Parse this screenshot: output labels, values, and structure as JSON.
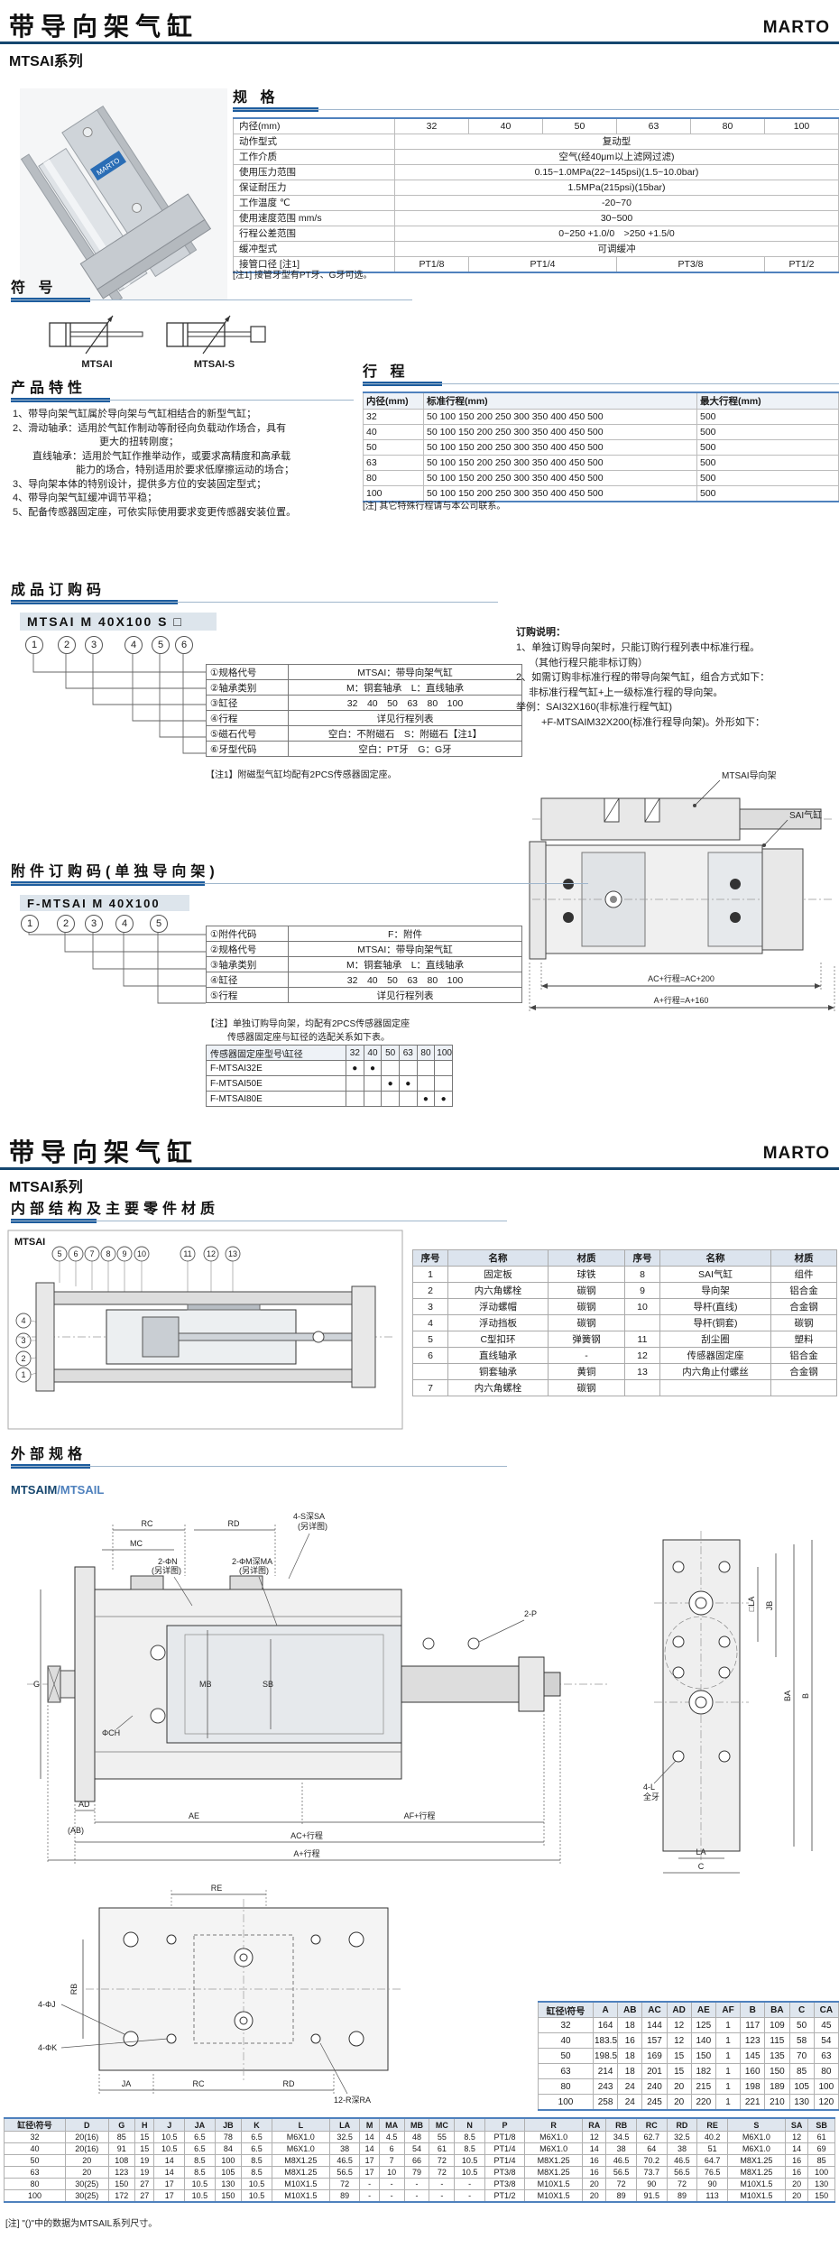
{
  "brand": "MARTO",
  "p1": {
    "title": "带导向架气缸",
    "series": "MTSAI系列",
    "spec": {
      "t": "规 格",
      "bore_label": "内径(mm)",
      "bores": [
        "32",
        "40",
        "50",
        "63",
        "80",
        "100"
      ],
      "rows": [
        {
          "l": "动作型式",
          "v": "复动型"
        },
        {
          "l": "工作介质",
          "v": "空气(经40μm以上滤网过滤)"
        },
        {
          "l": "使用压力范围",
          "v": "0.15~1.0MPa(22~145psi)(1.5~10.0bar)"
        },
        {
          "l": "保证耐压力",
          "v": "1.5MPa(215psi)(15bar)"
        },
        {
          "l": "工作温度 ℃",
          "v": "-20~70"
        },
        {
          "l": "使用速度范围 mm/s",
          "v": "30~500"
        },
        {
          "l": "行程公差范围",
          "v": "0~250 +1.0/0　>250 +1.5/0"
        },
        {
          "l": "缓冲型式",
          "v": "可调缓冲"
        }
      ],
      "port": {
        "l": "接管口径 [注1]",
        "v": [
          "PT1/8",
          "PT1/4",
          "PT3/8",
          "PT1/2"
        ]
      },
      "note": "[注1] 接管牙型有PT牙、G牙可选。"
    },
    "sym": {
      "t": "符 号",
      "a": "MTSAI",
      "b": "MTSAI-S"
    },
    "feat": {
      "t": "产品特性",
      "lines": [
        "1、带导向架气缸属於导向架与气缸相结合的新型气缸；",
        "2、滑动轴承：适用於气缸作制动等耐径向负载动作场合，具有",
        "更大的扭转刚度；",
        "直线轴承：适用於气缸作推举动作，或要求高精度和高承载",
        "能力的场合，特别适用於要求低摩擦运动的场合；",
        "3、导向架本体的特别设计，提供多方位的安装固定型式；",
        "4、带导向架气缸缓冲调节平稳；",
        "5、配备传感器固定座，可依实际使用要求变更传感器安装位置。"
      ]
    },
    "stroke": {
      "t": "行 程",
      "h": [
        [
          "内径(mm)",
          "标准行程(mm)",
          "最大行程(mm)"
        ]
      ],
      "rows": [
        [
          "32",
          "50 100 150 200 250 300 350 400 450 500",
          "500"
        ],
        [
          "40",
          "50 100 150 200 250 300 350 400 450 500",
          "500"
        ],
        [
          "50",
          "50 100 150 200 250 300 350 400 450 500",
          "500"
        ],
        [
          "63",
          "50 100 150 200 250 300 350 400 450 500",
          "500"
        ],
        [
          "80",
          "50 100 150 200 250 300 350 400 450 500",
          "500"
        ],
        [
          "100",
          "50 100 150 200 250 300 350 400 450 500",
          "500"
        ]
      ],
      "note": "[注] 其它特殊行程请与本公司联系。"
    },
    "oc": {
      "t": "成品订购码",
      "code": "MTSAI M 40X100 S □",
      "circles": [
        "1",
        "2",
        "3",
        "4",
        "5",
        "6"
      ],
      "rows": [
        [
          "①规格代号",
          "MTSAI：带导向架气缸"
        ],
        [
          "②轴承类别",
          "M：铜套轴承　L：直线轴承"
        ],
        [
          "③缸径",
          "32　40　50　63　80　100"
        ],
        [
          "④行程",
          "详见行程列表"
        ],
        [
          "⑤磁石代号",
          "空白：不附磁石　S：附磁石【注1】"
        ],
        [
          "⑥牙型代码",
          "空白：PT牙　G：G牙"
        ]
      ],
      "note": "【注1】附磁型气缸均配有2PCS传感器固定座。"
    },
    "on": {
      "t": "订购说明：",
      "lines": [
        "1、单独订购导向架时，只能订购行程列表中标准行程。",
        "（其他行程只能非标订购）",
        "2、如需订购非标准行程的带导向架气缸，组合方式如下：",
        "非标准行程气缸+上一级标准行程的导向架。",
        "举例：SAI32X160(非标准行程气缸)",
        "+F-MTSAIM32X200(标准行程导向架)。外形如下："
      ],
      "guide_label": "MTSAI导向架",
      "cyl_label": "SAI气缸",
      "dim1": "AC+行程=AC+200",
      "dim2": "A+行程=A+160"
    },
    "ac": {
      "t": "附件订购码(单独导向架)",
      "code": "F-MTSAI M 40X100",
      "circles": [
        "1",
        "2",
        "3",
        "4",
        "5"
      ],
      "rows": [
        [
          "①附件代码",
          "F：附件"
        ],
        [
          "②规格代号",
          "MTSAI：带导向架气缸"
        ],
        [
          "③轴承类别",
          "M：铜套轴承　L：直线轴承"
        ],
        [
          "④缸径",
          "32　40　50　63　80　100"
        ],
        [
          "⑤行程",
          "详见行程列表"
        ]
      ],
      "note1": "【注】单独订购导向架，均配有2PCS传感器固定座",
      "note2": "传感器固定座与缸径的选配关系如下表。",
      "st": {
        "h": [
          [
            "传感器固定座型号\\缸径",
            "32",
            "40",
            "50",
            "63",
            "80",
            "100"
          ]
        ],
        "rows": [
          [
            "F-MTSAI32E",
            "●",
            "●",
            "",
            "",
            "",
            ""
          ],
          [
            "F-MTSAI50E",
            "",
            "",
            "●",
            "●",
            "",
            ""
          ],
          [
            "F-MTSAI80E",
            "",
            "",
            "",
            "",
            "●",
            "●"
          ]
        ]
      }
    }
  },
  "p2": {
    "title": "带导向架气缸",
    "series": "MTSAI系列",
    "internal": {
      "t": "内部结构及主要零件材质",
      "dlabel": "MTSAI",
      "ctop": [
        "5",
        "6",
        "7",
        "8",
        "9",
        "10",
        "11",
        "12",
        "13"
      ],
      "cleft": [
        "4",
        "3",
        "2",
        "1"
      ],
      "h": [
        [
          "序号",
          "名称",
          "材质",
          "序号",
          "名称",
          "材质"
        ]
      ],
      "rows": [
        [
          "1",
          "固定板",
          "球铁",
          "8",
          "SAI气缸",
          "组件"
        ],
        [
          "2",
          "内六角螺栓",
          "碳钢",
          "9",
          "导向架",
          "铝合金"
        ],
        [
          "3",
          "浮动螺帽",
          "碳钢",
          "10",
          "导杆(直线)",
          "合金钢"
        ],
        [
          "4",
          "浮动挡板",
          "碳钢",
          "",
          "导杆(铜套)",
          "碳钢"
        ],
        [
          "5",
          "C型扣环",
          "弹簧钢",
          "11",
          "刮尘圈",
          "塑料"
        ],
        [
          "6",
          "直线轴承",
          "-",
          "12",
          "传感器固定座",
          "铝合金"
        ],
        [
          "",
          "铜套轴承",
          "黄铜",
          "13",
          "内六角止付螺丝",
          "合金钢"
        ],
        [
          "7",
          "内六角螺栓",
          "碳钢",
          "",
          "",
          ""
        ]
      ]
    },
    "external": {
      "t": "外部规格",
      "model": "MTSAIM",
      "model2": "/MTSAIL",
      "dl": {
        "rc": "RC",
        "rd": "RD",
        "mc": "MC",
        "ssa": "4-S深SA",
        "ssa2": "(另详图)",
        "pn": "2-ΦN",
        "pn2": "(另详图)",
        "pm": "2-ΦM深MA",
        "pm2": "(另详图)",
        "p": "2-P",
        "g": "G",
        "mb": "MB",
        "sb": "SB",
        "ch": "ΦCH",
        "ad": "AD",
        "ab": "(AB)",
        "ae": "AE",
        "af": "AF+行程",
        "ac": "AC+行程",
        "a": "A+行程",
        "lasq": "□LA",
        "jb": "JB",
        "ba": "BA",
        "b": "B",
        "l4": "4-L",
        "l4b": "全牙",
        "la": "LA",
        "c": "C",
        "re": "RE",
        "rb": "RB",
        "ja": "JA",
        "rc2": "RC",
        "rd2": "RD",
        "r12": "12-R深RA",
        "j4": "4-ΦJ",
        "k4": "4-ΦK"
      }
    },
    "ta": {
      "h": [
        [
          "缸径\\符号",
          "A",
          "AB",
          "AC",
          "AD",
          "AE",
          "AF",
          "B",
          "BA",
          "C",
          "CA"
        ]
      ],
      "rows": [
        [
          "32",
          "164",
          "18",
          "144",
          "12",
          "125",
          "1",
          "117",
          "109",
          "50",
          "45"
        ],
        [
          "40",
          "183.5",
          "16",
          "157",
          "12",
          "140",
          "1",
          "123",
          "115",
          "58",
          "54"
        ],
        [
          "50",
          "198.5",
          "18",
          "169",
          "15",
          "150",
          "1",
          "145",
          "135",
          "70",
          "63"
        ],
        [
          "63",
          "214",
          "18",
          "201",
          "15",
          "182",
          "1",
          "160",
          "150",
          "85",
          "80"
        ],
        [
          "80",
          "243",
          "24",
          "240",
          "20",
          "215",
          "1",
          "198",
          "189",
          "105",
          "100"
        ],
        [
          "100",
          "258",
          "24",
          "245",
          "20",
          "220",
          "1",
          "221",
          "210",
          "130",
          "120"
        ]
      ]
    },
    "tb": {
      "h": [
        [
          "缸径\\符号",
          "D",
          "G",
          "H",
          "J",
          "JA",
          "JB",
          "K",
          "L",
          "LA",
          "M",
          "MA",
          "MB",
          "MC",
          "N",
          "P",
          "R",
          "RA",
          "RB",
          "RC",
          "RD",
          "RE",
          "S",
          "SA",
          "SB"
        ]
      ],
      "rows": [
        [
          "32",
          "20(16)",
          "85",
          "15",
          "10.5",
          "6.5",
          "78",
          "6.5",
          "M6X1.0",
          "32.5",
          "14",
          "4.5",
          "48",
          "55",
          "8.5",
          "PT1/8",
          "M6X1.0",
          "12",
          "34.5",
          "62.7",
          "32.5",
          "40.2",
          "M6X1.0",
          "12",
          "61"
        ],
        [
          "40",
          "20(16)",
          "91",
          "15",
          "10.5",
          "6.5",
          "84",
          "6.5",
          "M6X1.0",
          "38",
          "14",
          "6",
          "54",
          "61",
          "8.5",
          "PT1/4",
          "M6X1.0",
          "14",
          "38",
          "64",
          "38",
          "51",
          "M6X1.0",
          "14",
          "69"
        ],
        [
          "50",
          "20",
          "108",
          "19",
          "14",
          "8.5",
          "100",
          "8.5",
          "M8X1.25",
          "46.5",
          "17",
          "7",
          "66",
          "72",
          "10.5",
          "PT1/4",
          "M8X1.25",
          "16",
          "46.5",
          "70.2",
          "46.5",
          "64.7",
          "M8X1.25",
          "16",
          "85"
        ],
        [
          "63",
          "20",
          "123",
          "19",
          "14",
          "8.5",
          "105",
          "8.5",
          "M8X1.25",
          "56.5",
          "17",
          "10",
          "79",
          "72",
          "10.5",
          "PT3/8",
          "M8X1.25",
          "16",
          "56.5",
          "73.7",
          "56.5",
          "76.5",
          "M8X1.25",
          "16",
          "100"
        ],
        [
          "80",
          "30(25)",
          "150",
          "27",
          "17",
          "10.5",
          "130",
          "10.5",
          "M10X1.5",
          "72",
          "-",
          "-",
          "-",
          "-",
          "-",
          "PT3/8",
          "M10X1.5",
          "20",
          "72",
          "90",
          "72",
          "90",
          "M10X1.5",
          "20",
          "130"
        ],
        [
          "100",
          "30(25)",
          "172",
          "27",
          "17",
          "10.5",
          "150",
          "10.5",
          "M10X1.5",
          "89",
          "-",
          "-",
          "-",
          "-",
          "-",
          "PT1/2",
          "M10X1.5",
          "20",
          "89",
          "91.5",
          "89",
          "113",
          "M10X1.5",
          "20",
          "150"
        ]
      ],
      "note": "[注] \"()\"中的数据为MTSAIL系列尺寸。"
    }
  }
}
